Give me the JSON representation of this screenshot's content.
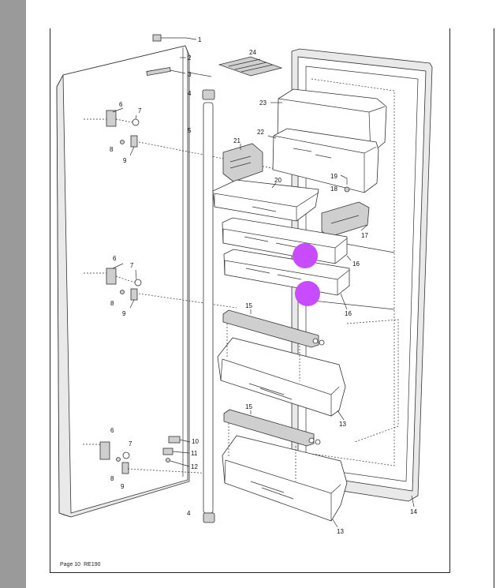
{
  "footer": {
    "page": "Page 10",
    "model": "RE190"
  },
  "callouts": [
    "1",
    "2",
    "3",
    "4",
    "5",
    "6",
    "7",
    "8",
    "9",
    "6",
    "7",
    "8",
    "9",
    "6",
    "7",
    "8",
    "9",
    "10",
    "11",
    "12",
    "4",
    "24",
    "23",
    "22",
    "21",
    "20",
    "19",
    "18",
    "17",
    "16",
    "16",
    "15",
    "13",
    "15",
    "13",
    "14"
  ],
  "colors": {
    "marker": "#c84bff",
    "sidebar": "#9a9a9a"
  }
}
